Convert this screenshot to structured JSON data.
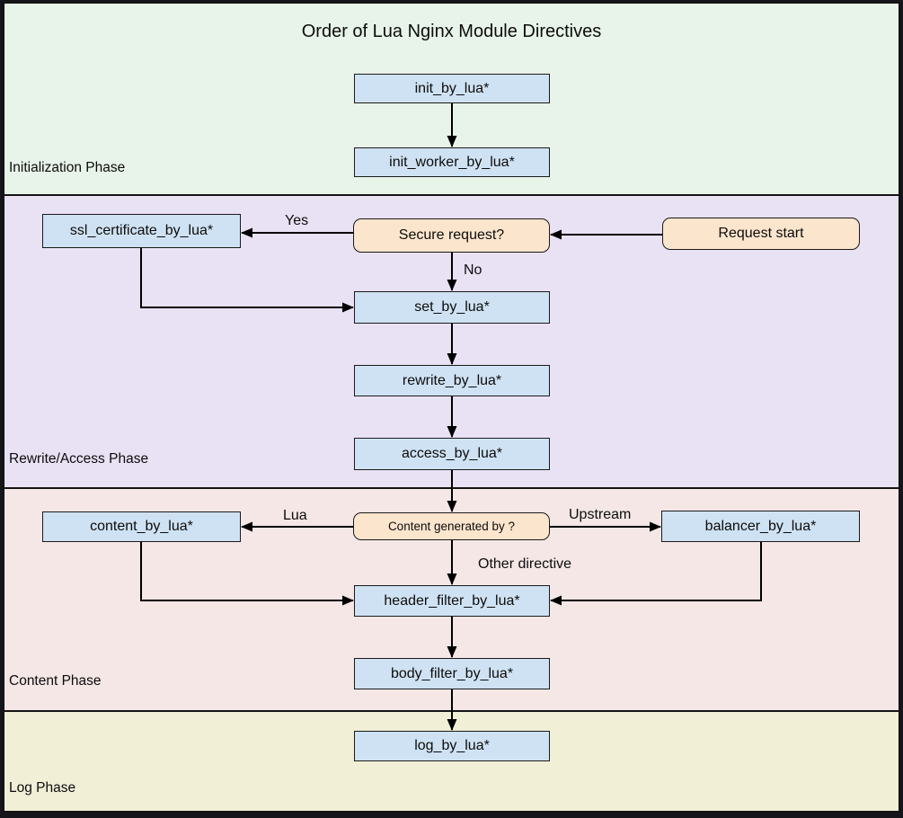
{
  "diagram": {
    "title": "Order of Lua Nginx Module Directives",
    "phases": [
      {
        "id": "initialization",
        "label": "Initialization Phase",
        "color": "#e8f4e9"
      },
      {
        "id": "rewrite_access",
        "label": "Rewrite/Access Phase",
        "color": "#e9e1f4"
      },
      {
        "id": "content",
        "label": "Content Phase",
        "color": "#f4e7e6"
      },
      {
        "id": "log",
        "label": "Log Phase",
        "color": "#f1efd6"
      }
    ],
    "nodes": [
      {
        "id": "init_by_lua",
        "label": "init_by_lua*",
        "type": "process",
        "phase": "initialization"
      },
      {
        "id": "init_worker_by_lua",
        "label": "init_worker_by_lua*",
        "type": "process",
        "phase": "initialization"
      },
      {
        "id": "ssl_certificate_by_lua",
        "label": "ssl_certificate_by_lua*",
        "type": "process",
        "phase": "rewrite_access"
      },
      {
        "id": "secure_request",
        "label": "Secure request?",
        "type": "decision",
        "phase": "rewrite_access"
      },
      {
        "id": "request_start",
        "label": "Request start",
        "type": "decision",
        "phase": "rewrite_access"
      },
      {
        "id": "set_by_lua",
        "label": "set_by_lua*",
        "type": "process",
        "phase": "rewrite_access"
      },
      {
        "id": "rewrite_by_lua",
        "label": "rewrite_by_lua*",
        "type": "process",
        "phase": "rewrite_access"
      },
      {
        "id": "access_by_lua",
        "label": "access_by_lua*",
        "type": "process",
        "phase": "rewrite_access"
      },
      {
        "id": "content_by_lua",
        "label": "content_by_lua*",
        "type": "process",
        "phase": "content"
      },
      {
        "id": "content_generated_by",
        "label": "Content generated by ?",
        "type": "decision",
        "phase": "content"
      },
      {
        "id": "balancer_by_lua",
        "label": "balancer_by_lua*",
        "type": "process",
        "phase": "content"
      },
      {
        "id": "header_filter_by_lua",
        "label": "header_filter_by_lua*",
        "type": "process",
        "phase": "content"
      },
      {
        "id": "body_filter_by_lua",
        "label": "body_filter_by_lua*",
        "type": "process",
        "phase": "content"
      },
      {
        "id": "log_by_lua",
        "label": "log_by_lua*",
        "type": "process",
        "phase": "log"
      }
    ],
    "edge_labels": [
      {
        "id": "yes",
        "text": "Yes"
      },
      {
        "id": "no",
        "text": "No"
      },
      {
        "id": "lua",
        "text": "Lua"
      },
      {
        "id": "upstream",
        "text": "Upstream"
      },
      {
        "id": "other_directive",
        "text": "Other directive"
      }
    ],
    "colors": {
      "process_fill": "#cfe2f3",
      "decision_fill": "#fce5cd",
      "node_border": "#1a1a1a",
      "arrow": "#000000",
      "frame": "#141414"
    }
  }
}
